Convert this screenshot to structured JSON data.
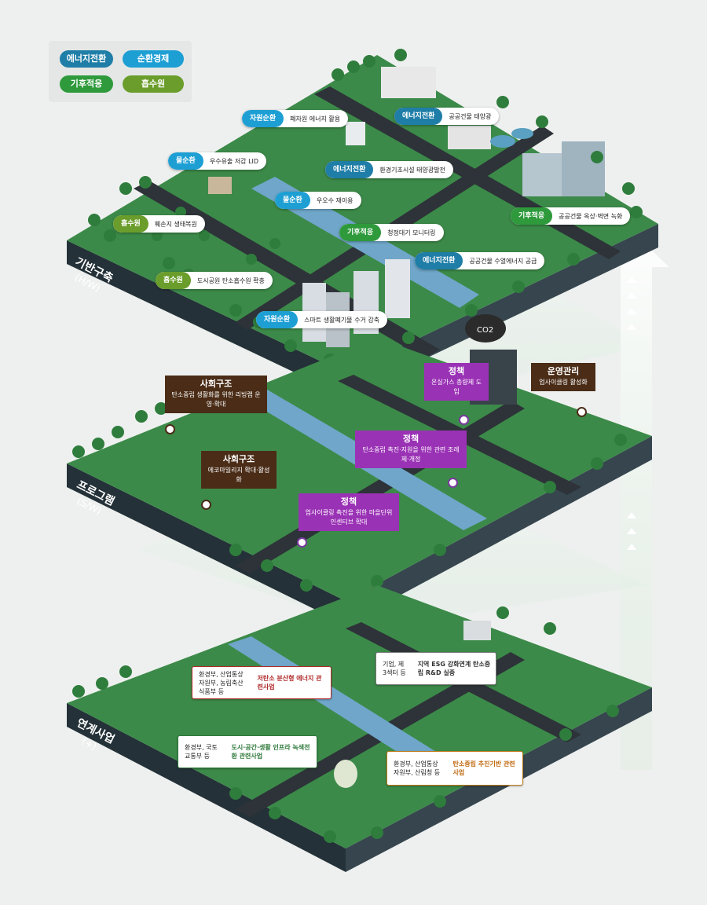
{
  "legend": [
    {
      "label": "에너지전환",
      "type": "energy"
    },
    {
      "label": "순환경제",
      "type": "circular"
    },
    {
      "label": "기후적응",
      "type": "climate"
    },
    {
      "label": "흡수원",
      "type": "absorb"
    }
  ],
  "colors": {
    "energy": "#1f7ea7",
    "circular": "#1e9fd4",
    "climate": "#2e9a3c",
    "absorb": "#6a9d2b",
    "social": "#4a2c17",
    "policy": "#9a32b5",
    "plate_top": "#3c8a49",
    "plate_side": "#2b3a43"
  },
  "layers": {
    "hw": {
      "title": "기반구축",
      "sub": "(H/W)"
    },
    "sw": {
      "title": "프로그램",
      "sub": "(S/W)"
    },
    "plus": {
      "title": "연계사업",
      "sub": "(+)"
    }
  },
  "hw_tags": [
    {
      "cat": "자원순환",
      "type": "circular",
      "desc": "폐자원 에너지 활용"
    },
    {
      "cat": "에너지전환",
      "type": "energy",
      "desc": "공공건물 태양광"
    },
    {
      "cat": "물순환",
      "type": "circular",
      "desc": "우수유출 저감 LID"
    },
    {
      "cat": "에너지전환",
      "type": "energy",
      "desc": "환경기초시설 태양광발전"
    },
    {
      "cat": "물순환",
      "type": "circular",
      "desc": "우오수 재이용"
    },
    {
      "cat": "기후적응",
      "type": "climate",
      "desc": "공공건물 옥상·벽면 녹화"
    },
    {
      "cat": "흡수원",
      "type": "absorb",
      "desc": "훼손지 생태복원"
    },
    {
      "cat": "기후적응",
      "type": "climate",
      "desc": "청정대기 모니터링"
    },
    {
      "cat": "에너지전환",
      "type": "energy",
      "desc": "공공건물 수열에너지 공급"
    },
    {
      "cat": "흡수원",
      "type": "absorb",
      "desc": "도시공원 탄소흡수원 확충"
    },
    {
      "cat": "자원순환",
      "type": "circular",
      "desc": "스마트 생활폐기물 수거 감축"
    }
  ],
  "sw_boxes": [
    {
      "title": "사회구조",
      "type": "social",
      "text": "탄소중립 생활화를 위한 리빙랩 운영·확대"
    },
    {
      "title": "사회구조",
      "type": "social",
      "text": "에코마일리지 확대·활성화"
    },
    {
      "title": "정책",
      "type": "policy",
      "text": "온실가스 총량제 도입"
    },
    {
      "title": "운영관리",
      "type": "social",
      "text": "업사이클링 활성화"
    },
    {
      "title": "정책",
      "type": "policy",
      "text": "탄소중립 촉진·지원을 위한 관련 조례 제·개정"
    },
    {
      "title": "정책",
      "type": "policy",
      "text": "업사이클링 촉진을 위한 마을단위 인센티브 확대"
    }
  ],
  "co2_label": "CO2",
  "plus_boxes": [
    {
      "who": "환경부, 산업통상자원부, 농림축산식품부 등",
      "what": "저탄소 분산형 에너지 관련사업",
      "style": "red"
    },
    {
      "who": "기업, 제3섹터 등",
      "what": "지역 ESG 강화연계 탄소중립 R&D 실증",
      "style": "gray"
    },
    {
      "who": "환경부, 국토교통부 등",
      "what": "도시·공간·생활 인프라 녹색전환 관련사업",
      "style": "green"
    },
    {
      "who": "환경부, 산업통상자원부, 산림청 등",
      "what": "탄소중립 추진기반 관련사업",
      "style": "orange"
    }
  ]
}
